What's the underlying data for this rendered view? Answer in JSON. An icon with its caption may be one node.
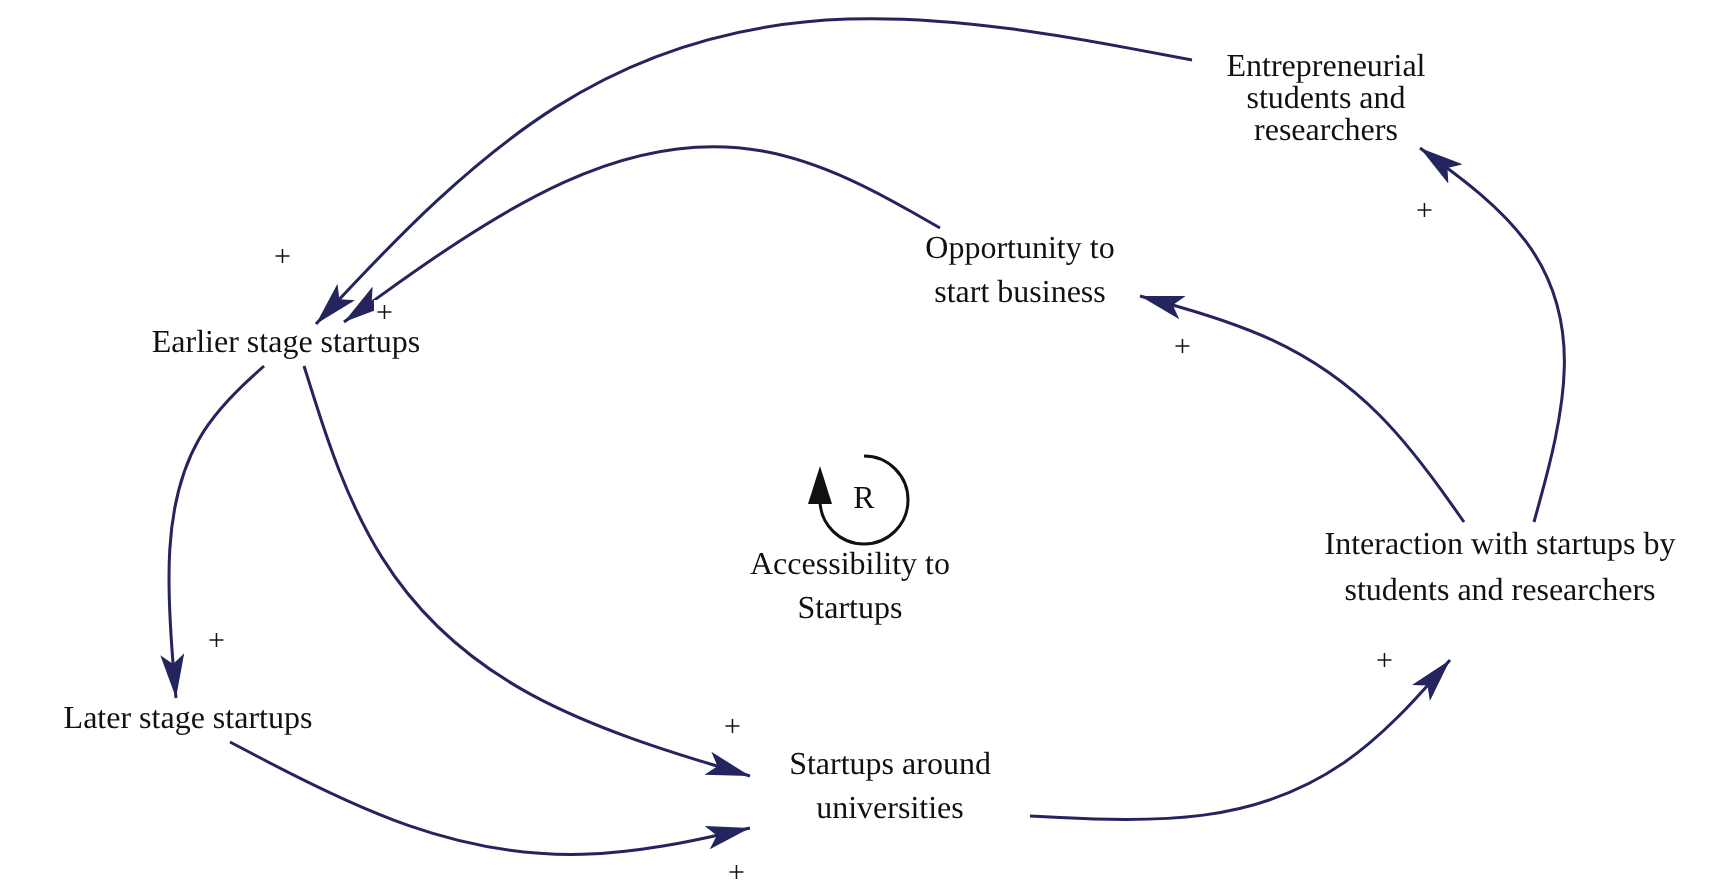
{
  "diagram": {
    "nodes": [
      {
        "text": [
          "Entrepreneurial students and researchers"
        ]
      },
      {
        "text": [
          "Opportunity to start business"
        ]
      },
      {
        "text": [
          "Earlier stage startups"
        ]
      },
      {
        "text": [
          "Later stage startups"
        ]
      },
      {
        "text": [
          "Startups around universities"
        ]
      },
      {
        "text": [
          "Interaction with startups by students and researchers"
        ]
      }
    ],
    "edges": [
      {
        "from": 0,
        "to": 2,
        "arrow": "to",
        "label": "+"
      },
      {
        "from": 1,
        "to": 2,
        "arrow": "to",
        "label": "+"
      },
      {
        "from": 2,
        "to": 3,
        "arrow": "to",
        "label": "+"
      },
      {
        "from": 2,
        "to": 4,
        "arrow": "to",
        "label": "+"
      },
      {
        "from": 3,
        "to": 4,
        "arrow": "to",
        "label": "+"
      },
      {
        "from": 4,
        "to": 5,
        "arrow": "to",
        "label": "+"
      },
      {
        "from": 5,
        "to": 1,
        "arrow": "to",
        "label": "+"
      },
      {
        "from": 5,
        "to": 0,
        "arrow": "to",
        "label": "+"
      }
    ],
    "labels": [
      "R",
      "Accessibility to Startups"
    ]
  }
}
